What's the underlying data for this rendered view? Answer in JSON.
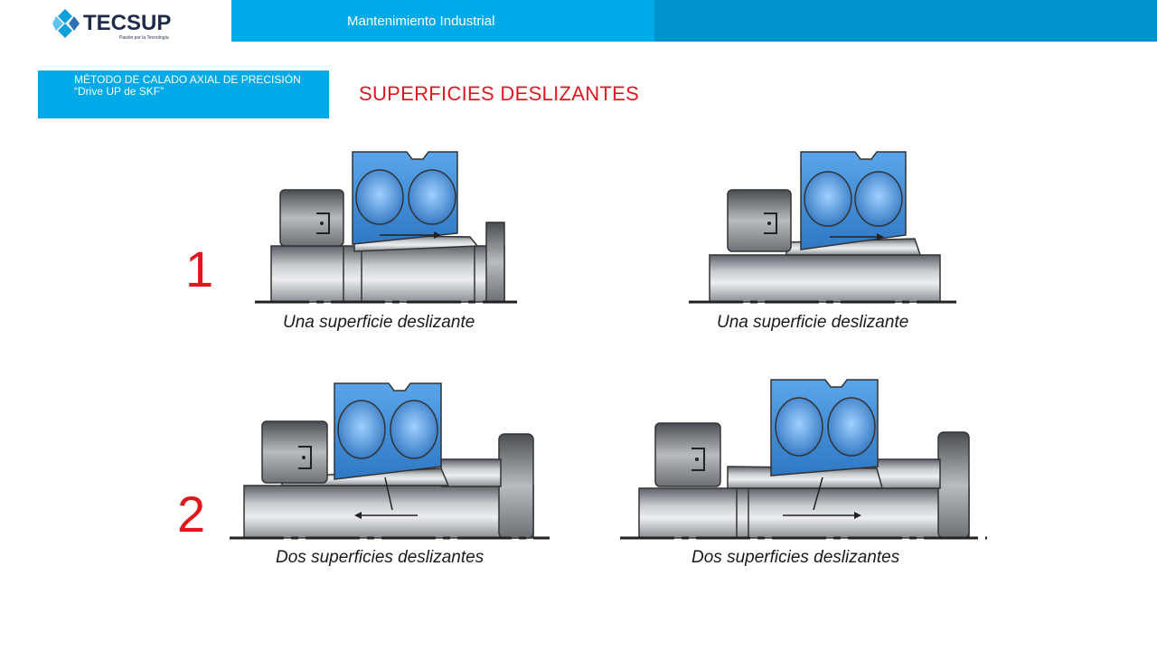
{
  "header": {
    "title": "Mantenimiento Industrial"
  },
  "logo": {
    "brand": "TECSUP",
    "tagline": "Pasión por la Tecnología"
  },
  "section": {
    "label": "MÉTODO DE CALADO AXIAL DE PRECISIÓN “Drive UP de SKF”"
  },
  "slide": {
    "title": "SUPERFICIES DESLIZANTES"
  },
  "rows": [
    {
      "number": "1"
    },
    {
      "number": "2"
    }
  ],
  "figures": [
    {
      "caption": "Una superficie deslizante"
    },
    {
      "caption": "Una superficie deslizante"
    },
    {
      "caption": "Dos superficies deslizantes"
    },
    {
      "caption": "Dos superficies deslizantes"
    }
  ],
  "colors": {
    "header_light": "#00a9e8",
    "header_dark": "#0092cc",
    "title_red": "#e3161d",
    "bearing_blue": "#3f8fd9"
  }
}
